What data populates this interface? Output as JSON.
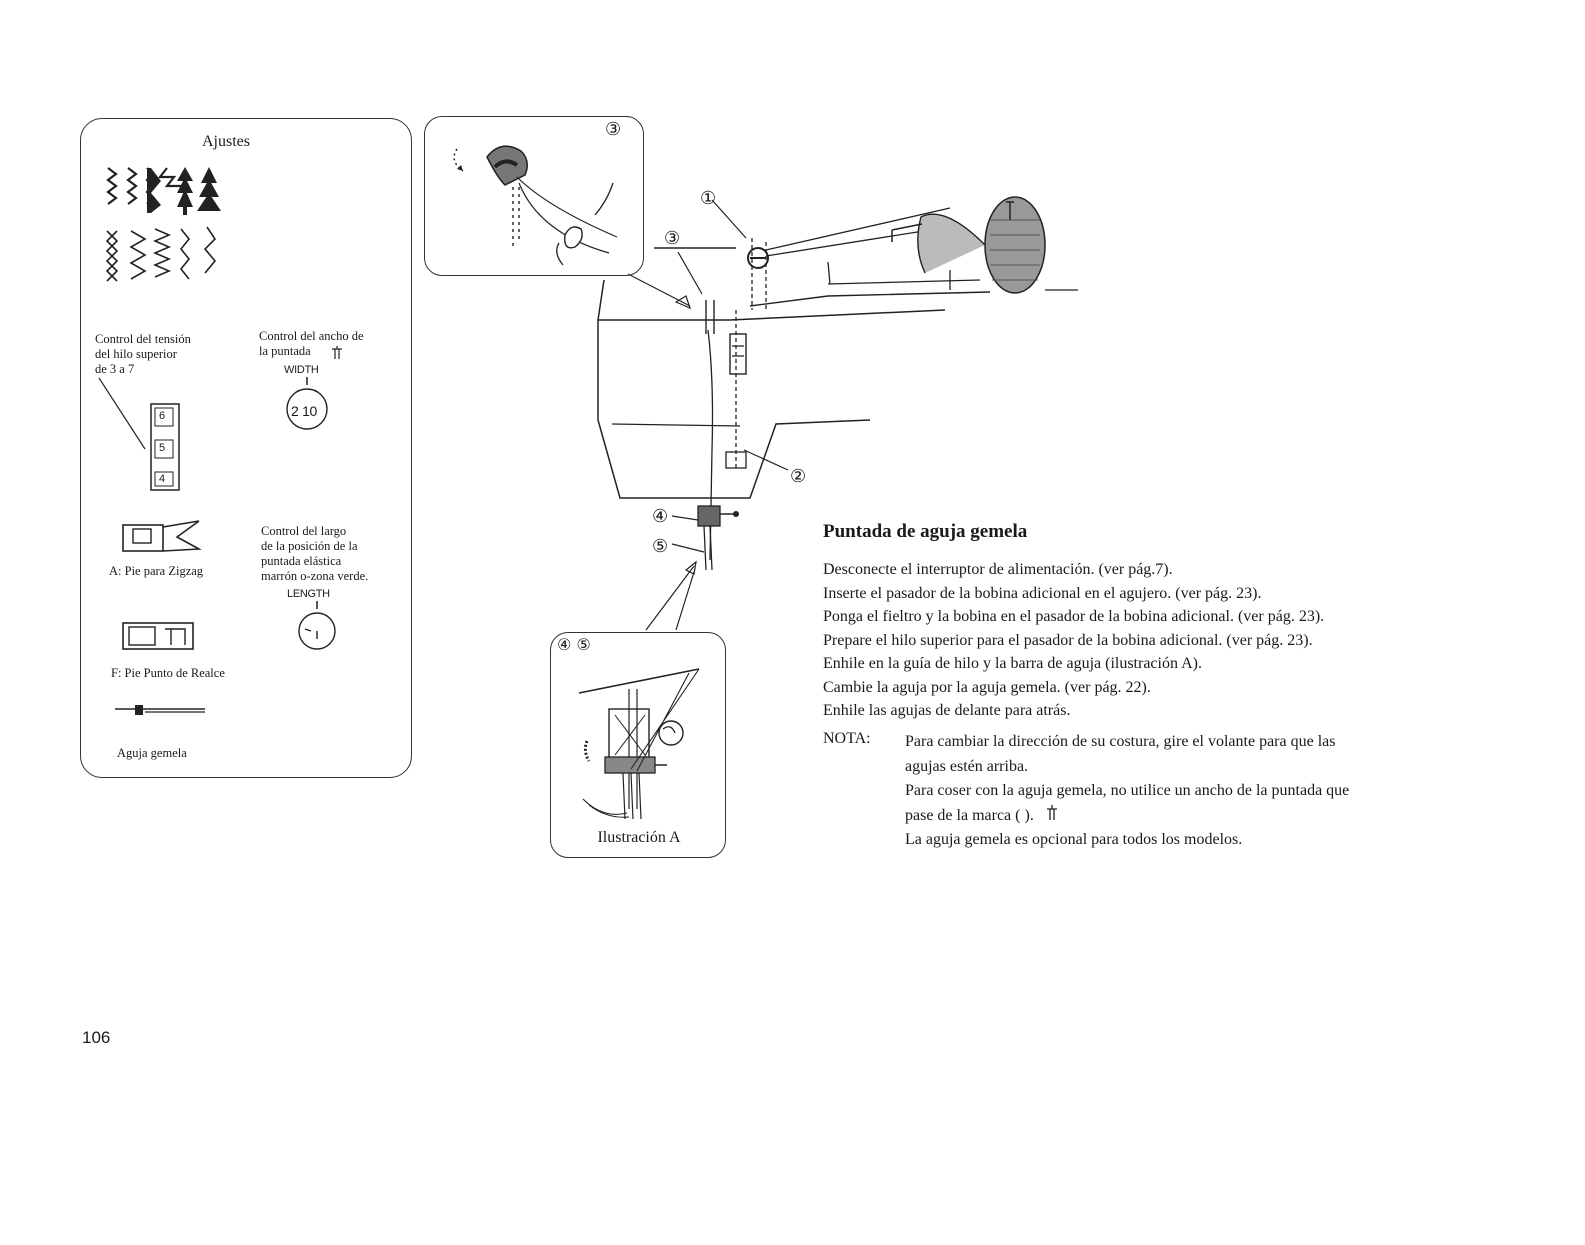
{
  "settings": {
    "title": "Ajustes",
    "tension_label": [
      "Control del tensión",
      "del hilo superior",
      "de 3 a 7"
    ],
    "tension_values": [
      "6",
      "5",
      "4"
    ],
    "width_label": [
      "Control del ancho de",
      "la puntada"
    ],
    "width_dial_label": "WIDTH",
    "width_dial_value": "2 10",
    "length_label": [
      "Control del largo",
      "de la posición de la",
      "puntada elástica",
      "marrón o-zona verde."
    ],
    "length_dial_label": "LENGTH",
    "foot_a_label": "A: Pie para Zigzag",
    "foot_f_label": "F: Pie Punto de Realce",
    "twin_needle_label": "Aguja gemela"
  },
  "diagram": {
    "callout_numbers": [
      "③",
      "①",
      "③",
      "②",
      "④",
      "⑤",
      "④ ⑤"
    ],
    "illustration_title": "Ilustración A"
  },
  "text": {
    "section_title": "Puntada de aguja gemela",
    "steps": [
      "Desconecte el interruptor de alimentación. (ver pág.7).",
      "Inserte el pasador de la bobina adicional en el agujero. (ver pág. 23).",
      "Ponga el fieltro y la bobina en el pasador de la bobina adicional. (ver pág. 23).",
      "Prepare el hilo superior para el pasador de la bobina adicional. (ver pág. 23).",
      "Enhile en la guía de hilo y la barra de aguja (ilustración A).",
      "Cambie la aguja por la aguja gemela. (ver pág. 22).",
      "Enhile las agujas de delante para atrás."
    ],
    "note_label": "NOTA:",
    "note_lines": [
      "Para cambiar la dirección de su costura, gire el volante para que las",
      "agujas estén arriba.",
      "Para coser con la aguja gemela, no utilice un ancho de la puntada que",
      "pase de la marca (  ).",
      "La aguja gemela es opcional para todos los modelos."
    ]
  },
  "page_number": "106"
}
